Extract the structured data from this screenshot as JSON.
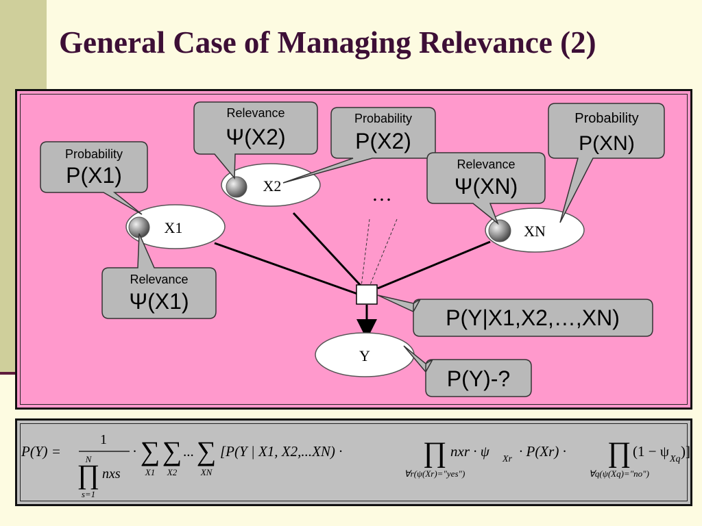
{
  "slide": {
    "title": "General Case of Managing Relevance (2)"
  },
  "diagram": {
    "nodes": {
      "x1": "X1",
      "x2": "X2",
      "xn": "XN",
      "y": "Y",
      "ellipsis": "…"
    },
    "callouts": {
      "prob_x1": {
        "caption": "Probability",
        "value": "P(X1)"
      },
      "rel_x1": {
        "caption": "Relevance",
        "value": "Ψ(X1)"
      },
      "rel_x2": {
        "caption": "Relevance",
        "value": "Ψ(X2)"
      },
      "prob_x2": {
        "caption": "Probability",
        "value": "P(X2)"
      },
      "rel_xn": {
        "caption": "Relevance",
        "value": "Ψ(XN)"
      },
      "prob_xn": {
        "caption": "Probability",
        "value": "P(XN)"
      },
      "conditional": {
        "value": "P(Y|X1,X2,…,XN)"
      },
      "query": {
        "value": "P(Y)-?"
      }
    }
  },
  "formula": {
    "lhs": "P(Y) =",
    "numerator": "1",
    "denom_upper": "N",
    "denom_body": "nxs",
    "denom_lower": "s=1",
    "dot1": "·",
    "sum_sub1": "X1",
    "sum_sub2": "X2",
    "dots": "...",
    "sum_sub3": "XN",
    "bracket_term": "[P(Y | X1, X2,...XN) ·",
    "prod1_body": "nxr · ψ",
    "prod1_sub": "Xr",
    "prod1_tail": "· P(Xr) ·",
    "prod1_cond": "∀r(ψ(Xr)=\"yes\")",
    "prod2_body": "(1 − ψ",
    "prod2_sub": "Xq",
    "prod2_tail": ")]",
    "prod2_cond": "∀q(ψ(Xq)=\"no\")"
  },
  "colors": {
    "background": "#fdfbe1",
    "sidebar": "#cfcf9b",
    "title": "#3d0f36",
    "diagram_bg": "#ff99cc",
    "callout_fill": "#b9b9b9",
    "formula_bg": "#c0c0c0"
  }
}
